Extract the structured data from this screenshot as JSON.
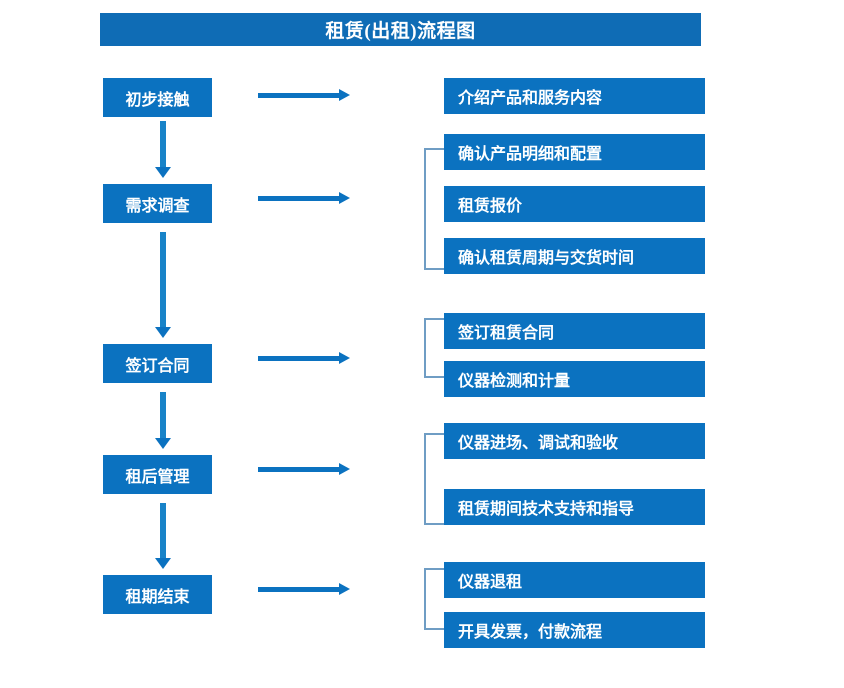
{
  "diagram": {
    "title": "租赁(出租)流程图",
    "colors": {
      "title_bar": "#0f6cb5",
      "node_fill": "#0b72c0",
      "node_text": "#ffffff",
      "arrow": "#0b72c0",
      "bracket": "#6f9dc4",
      "background": "#ffffff"
    },
    "stages": [
      {
        "label": "初步接触"
      },
      {
        "label": "需求调查"
      },
      {
        "label": "签订合同"
      },
      {
        "label": "租后管理"
      },
      {
        "label": "租期结束"
      }
    ],
    "details": [
      {
        "label": "介绍产品和服务内容"
      },
      {
        "label": "确认产品明细和配置"
      },
      {
        "label": "租赁报价"
      },
      {
        "label": "确认租赁周期与交货时间"
      },
      {
        "label": "签订租赁合同"
      },
      {
        "label": "仪器检测和计量"
      },
      {
        "label": "仪器进场、调试和验收"
      },
      {
        "label": "租赁期间技术支持和指导"
      },
      {
        "label": "仪器退租"
      },
      {
        "label": "开具发票，付款流程"
      }
    ]
  }
}
